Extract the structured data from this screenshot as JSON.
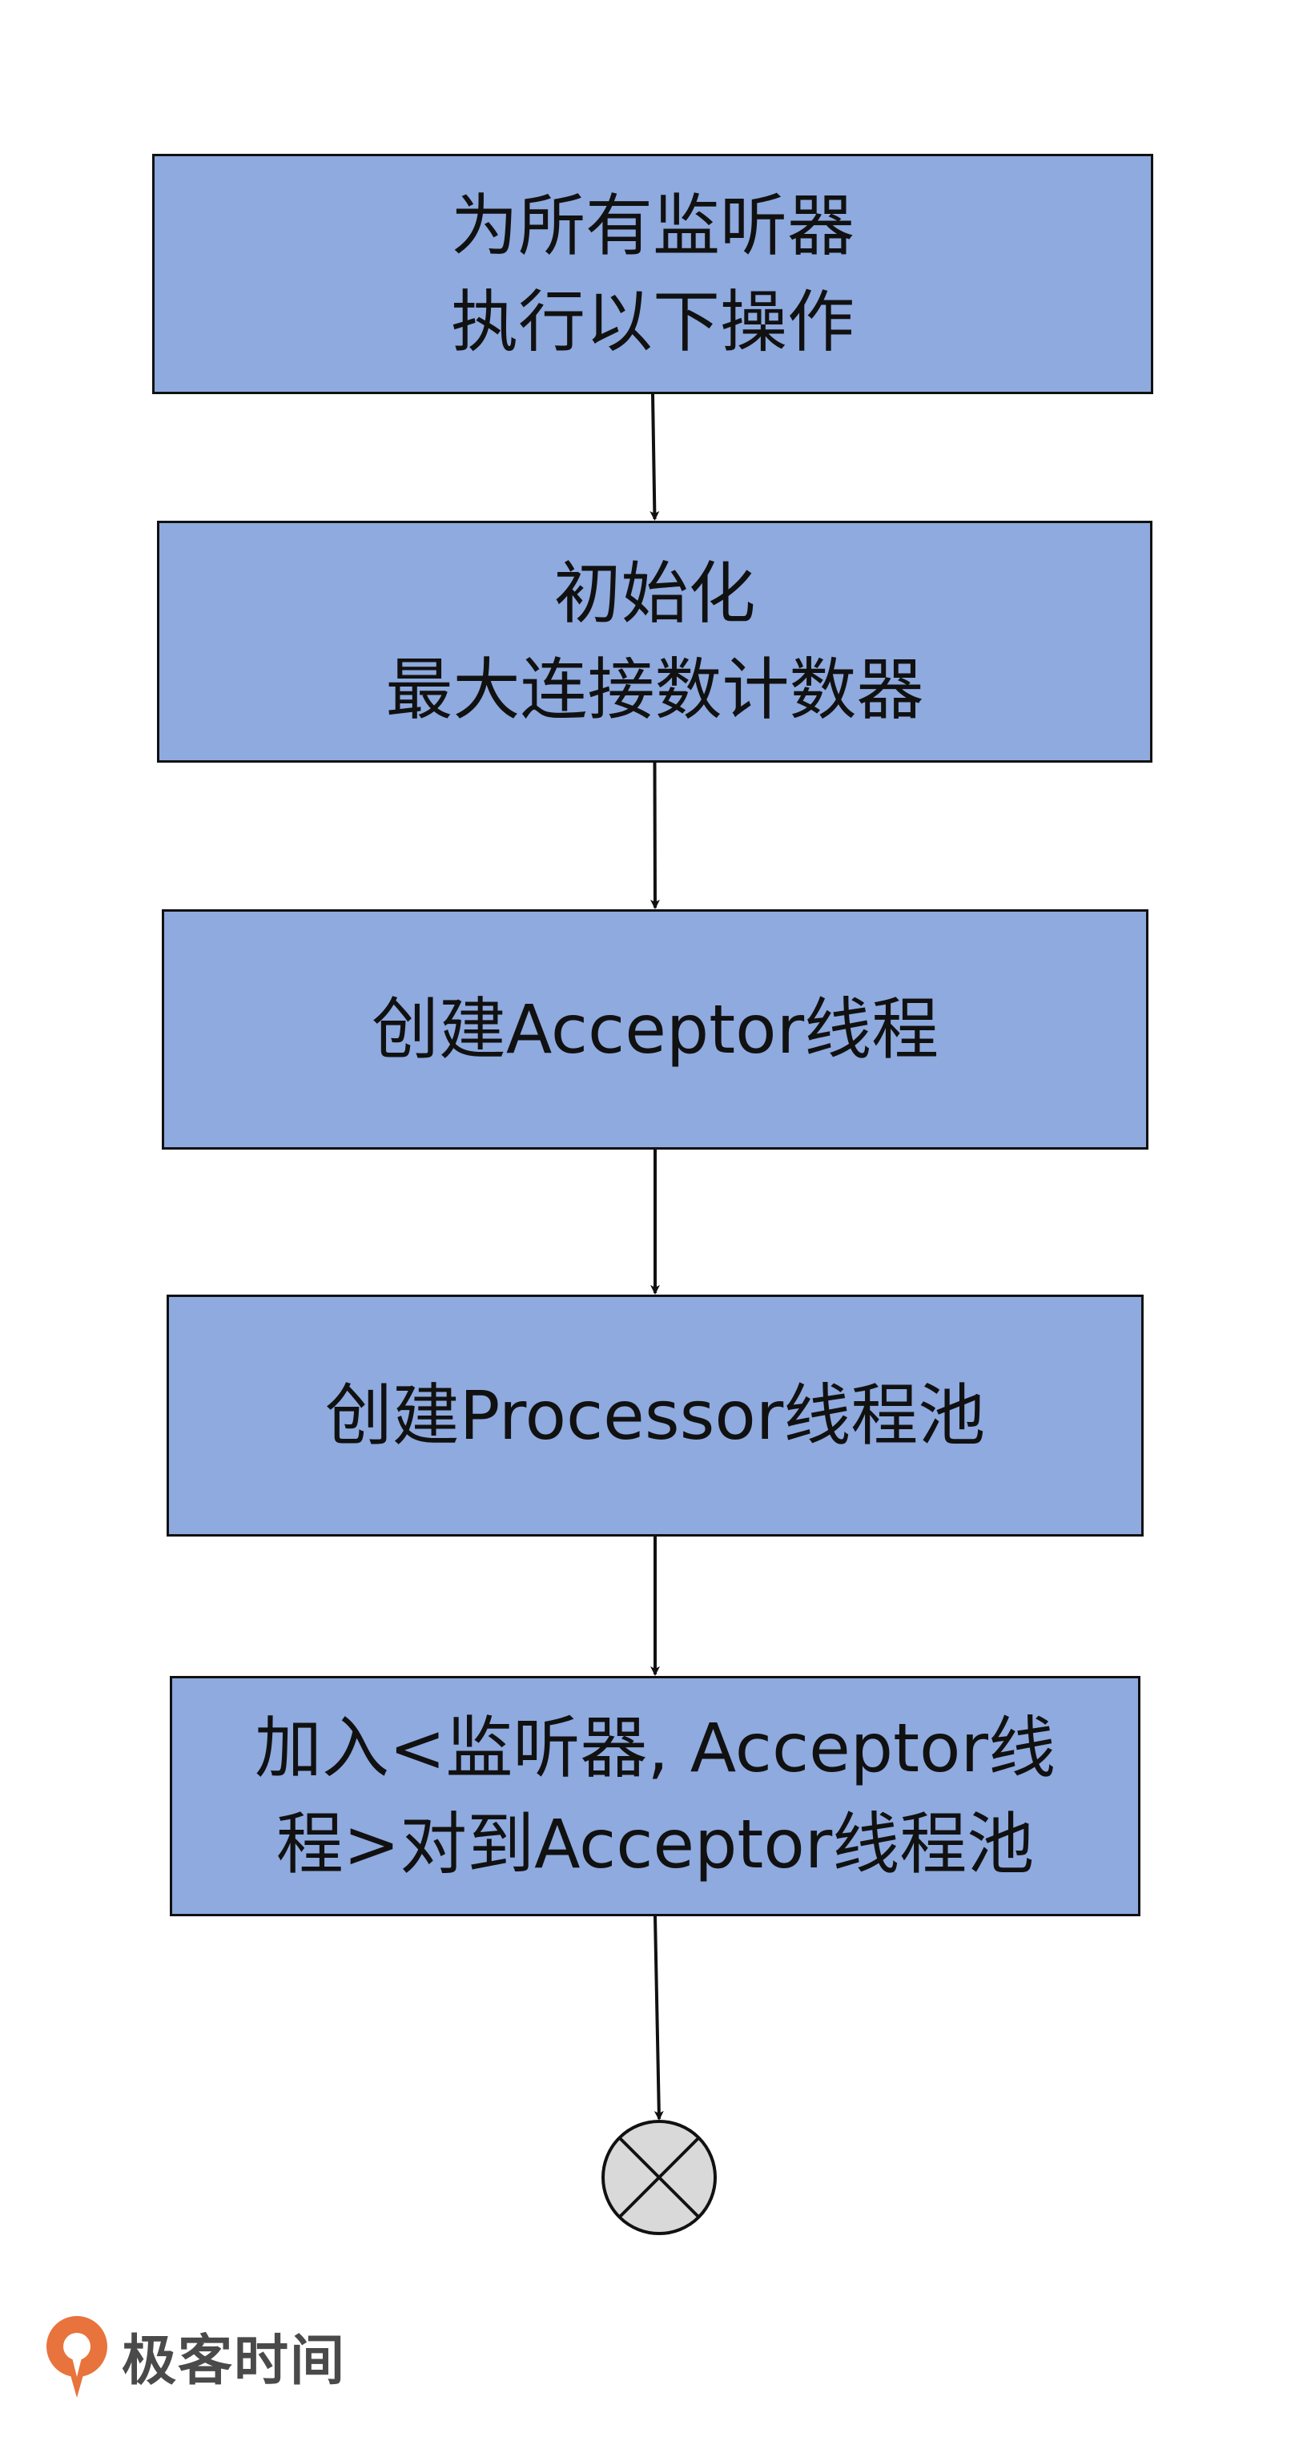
{
  "colors": {
    "box_fill": "#8eaadf",
    "box_border": "#111111",
    "text": "#111111",
    "end_fill": "#d9d9d9",
    "logo_orange": "#e8733d",
    "logo_text": "#4a4a4a"
  },
  "steps": [
    {
      "lines": [
        "为所有监听器",
        "执行以下操作"
      ]
    },
    {
      "lines": [
        "初始化",
        "最大连接数计数器"
      ]
    },
    {
      "lines": [
        "创建Acceptor线程"
      ]
    },
    {
      "lines": [
        "创建Processor线程池"
      ]
    },
    {
      "lines": [
        "加入<监听器, Acceptor线",
        "程>对到Acceptor线程池"
      ]
    }
  ],
  "end_node": {
    "icon": "x-circle-end-icon"
  },
  "logo": {
    "text": "极客时间",
    "icon": "geektime-logo-icon"
  }
}
